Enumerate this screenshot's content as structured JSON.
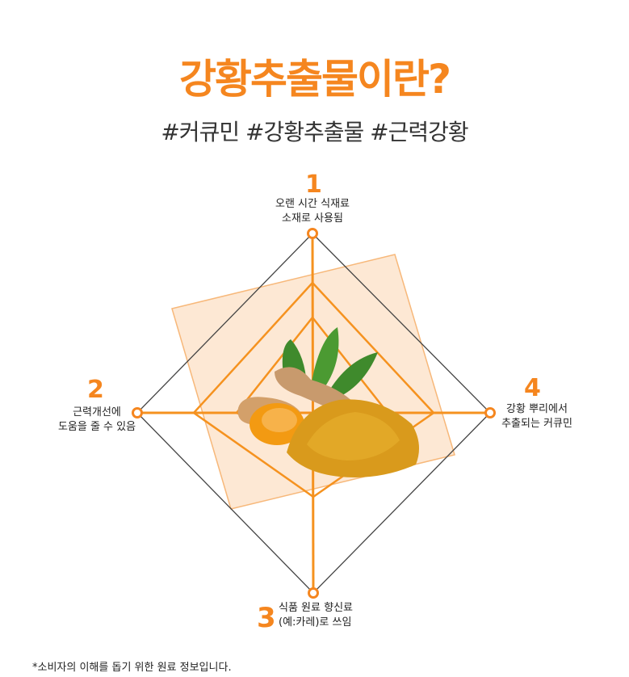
{
  "title": "강황추출물이란?",
  "hashtags": "#커큐민 #강황추출물 #근력강황",
  "points": [
    {
      "number": "1",
      "line1": "오랜 시간 식재료",
      "line2": "소재로 사용됨"
    },
    {
      "number": "2",
      "line1": "근력개선에",
      "line2": "도움을 줄 수 있음"
    },
    {
      "number": "3",
      "line1": "식품 원료 향신료",
      "line2": "(예:카레)로 쓰임"
    },
    {
      "number": "4",
      "line1": "강황 뿌리에서",
      "line2": "추출되는 커큐민"
    }
  ],
  "note": "*소비자의 이해를 돕기 위한 원료 정보입니다.",
  "colors": {
    "accent": "#f5861f",
    "panel": "#fde8d4"
  }
}
